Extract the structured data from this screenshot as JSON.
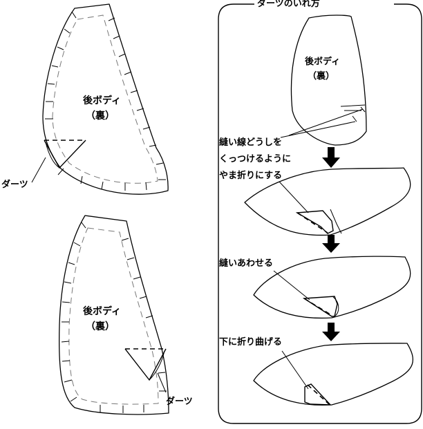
{
  "panel": {
    "title": "ダーツのいれ方"
  },
  "left": {
    "top_piece": {
      "label_line1": "後ボディ",
      "label_line2": "（裏）",
      "dart_label": "ダーツ"
    },
    "bottom_piece": {
      "label_line1": "後ボディ",
      "label_line2": "（裏）",
      "dart_label": "ダーツ"
    }
  },
  "steps": {
    "piece": {
      "label_line1": "後ボディ",
      "label_line2": "（裏）"
    },
    "step1": {
      "line1": "縫い線どうしを",
      "line2": "くっつけるように",
      "line3": "やま折りにする"
    },
    "step2": {
      "line1": "縫いあわせる"
    },
    "step3": {
      "line1": "下に折り曲げる"
    }
  }
}
